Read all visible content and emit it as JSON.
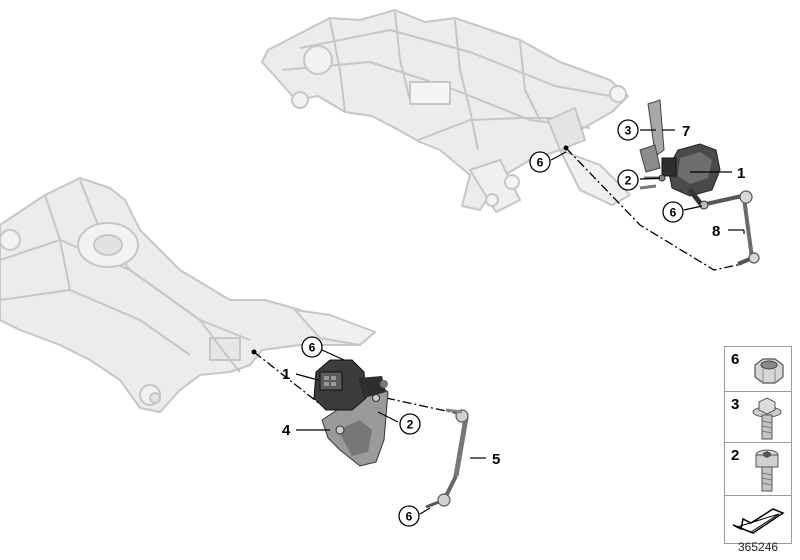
{
  "callouts": {
    "upper": {
      "c3": "3",
      "l7": "7",
      "l1": "1",
      "c2": "2",
      "c6a": "6",
      "c6b": "6",
      "l8": "8"
    },
    "lower": {
      "c6a": "6",
      "l1": "1",
      "c2": "2",
      "l4": "4",
      "l5": "5",
      "c6b": "6"
    }
  },
  "legend": {
    "items": [
      {
        "number": "6",
        "icon": "nut-icon"
      },
      {
        "number": "3",
        "icon": "flange-bolt-icon"
      },
      {
        "number": "2",
        "icon": "socket-screw-icon"
      }
    ],
    "footer_icon": "arrow-icon"
  },
  "document_number": "365246",
  "colors": {
    "frame_stroke": "#c8c8c8",
    "frame_fill": "#ececec",
    "part_dark": "#3a3a3a",
    "part_mid": "#8a8a8a",
    "line": "#000000"
  }
}
